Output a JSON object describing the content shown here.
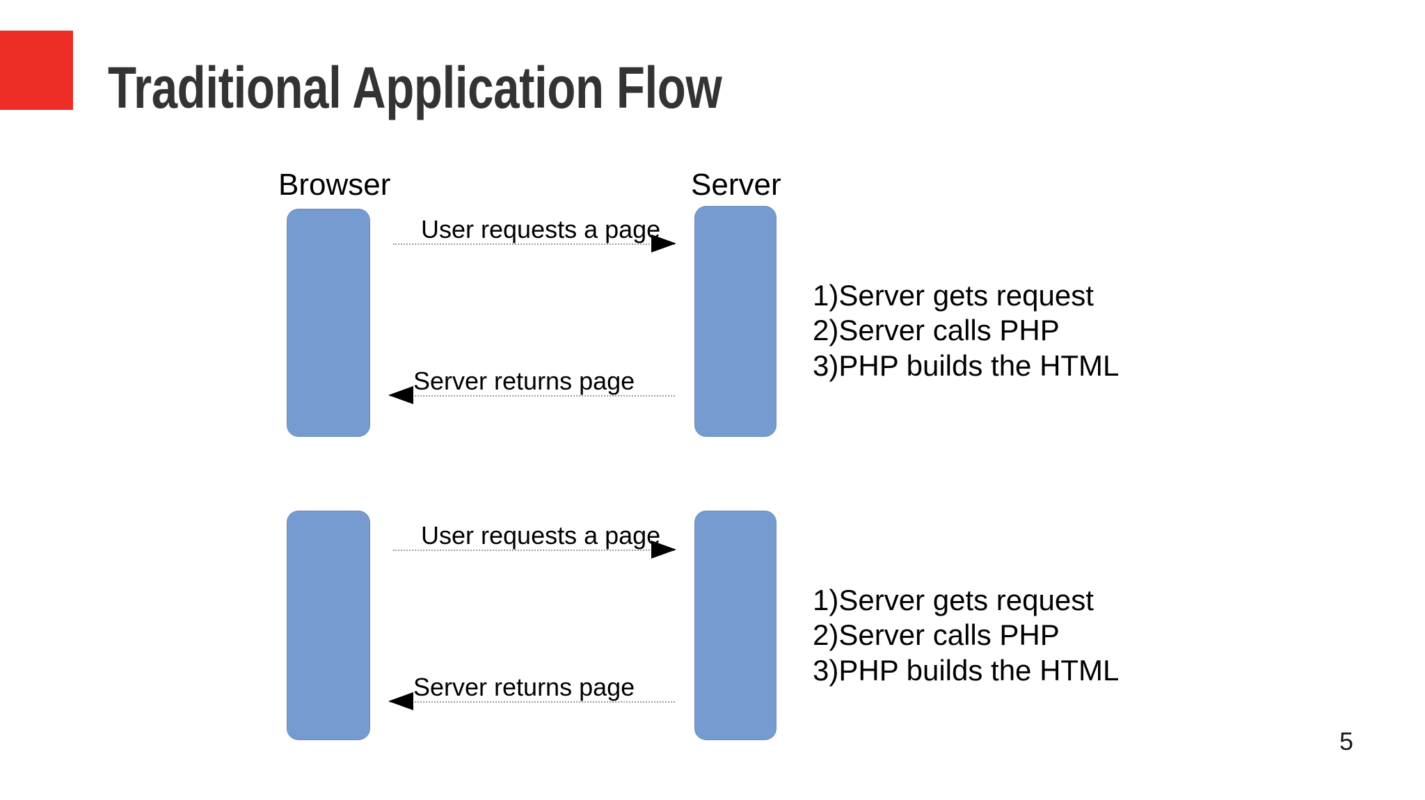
{
  "slide": {
    "title": "Traditional Application Flow",
    "page_number": "5",
    "accent_color": "#EE2D27",
    "title_color": "#333333",
    "lifeline_color": "#769BD0"
  },
  "lanes": {
    "browser_label": "Browser",
    "server_label": "Server"
  },
  "sequences": [
    {
      "request_message": "User requests a page",
      "response_message": "Server returns page",
      "steps": [
        "1)Server gets request",
        "2)Server calls PHP",
        "3)PHP builds the HTML"
      ]
    },
    {
      "request_message": "User requests a page",
      "response_message": "Server returns page",
      "steps": [
        "1)Server gets request",
        "2)Server calls PHP",
        "3)PHP builds the HTML"
      ]
    }
  ]
}
